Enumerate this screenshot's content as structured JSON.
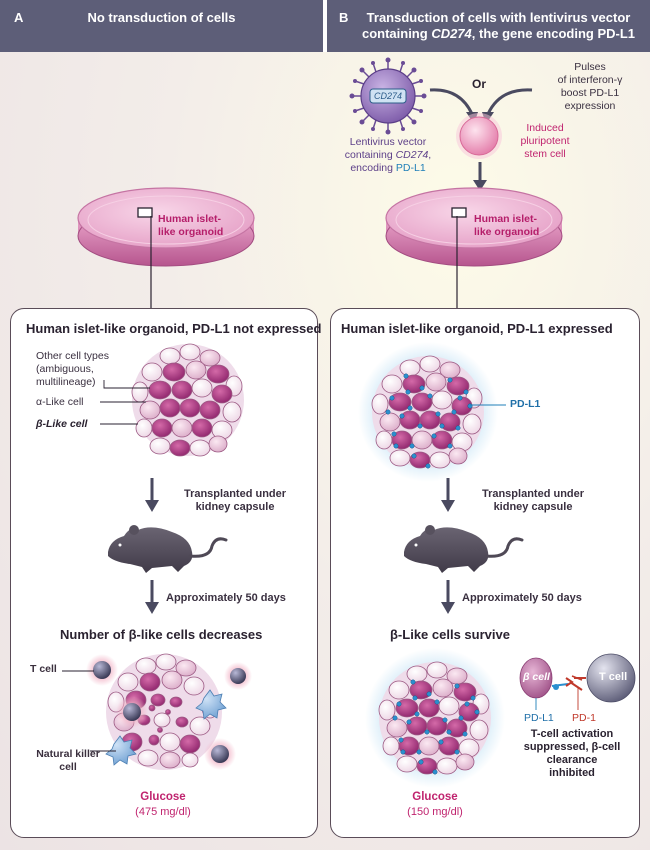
{
  "panel_a": {
    "letter": "A",
    "title": "No transduction of cells",
    "dish_label_line1": "Human islet-",
    "dish_label_line2": "like organoid",
    "card_title": "Human islet-like organoid, PD-L1 not expressed",
    "legend_other_line1": "Other cell types",
    "legend_other_line2": "(ambiguous,",
    "legend_other_line3": "multilineage)",
    "legend_alpha": "α-Like cell",
    "legend_beta": "β-Like cell",
    "transplant_line1": "Transplanted under",
    "transplant_line2": "kidney capsule",
    "days": "Approximately 50 days",
    "result": "Number of β-like cells decreases",
    "t_cell": "T cell",
    "nk_line1": "Natural killer",
    "nk_line2": "cell",
    "glucose_label": "Glucose",
    "glucose_value": "(475 mg/dl)"
  },
  "panel_b": {
    "letter": "B",
    "title_line1": "Transduction of cells with lentivirus vector",
    "title_line2_pre": "containing ",
    "title_line2_gene": "CD274",
    "title_line2_post": ", the gene encoding PD-L1",
    "virus_gene": "CD274",
    "or": "Or",
    "interferon_line1": "Pulses",
    "interferon_line2": "of interferon-γ",
    "interferon_line3": "boost PD-L1",
    "interferon_line4": "expression",
    "vector_line1": "Lentivirus vector",
    "vector_line2_pre": "containing ",
    "vector_line2_gene": "CD274",
    "vector_line2_post": ",",
    "vector_line3_pre": "encoding ",
    "vector_line3_pd": "PD-L1",
    "ipsc_line1": "Induced",
    "ipsc_line2": "pluripotent",
    "ipsc_line3": "stem cell",
    "dish_label_line1": "Human islet-",
    "dish_label_line2": "like organoid",
    "card_title": "Human islet-like organoid, PD-L1 expressed",
    "pdl1_label": "PD-L1",
    "transplant_line1": "Transplanted under",
    "transplant_line2": "kidney capsule",
    "days": "Approximately 50 days",
    "result": "β-Like cells survive",
    "beta_cell": "β cell",
    "t_cell": "T cell",
    "pdl1_small": "PD-L1",
    "pd1_small": "PD-1",
    "suppress_line1": "T-cell activation",
    "suppress_line2": "suppressed, β-cell",
    "suppress_line3": "clearance",
    "suppress_line4": "inhibited",
    "glucose_label": "Glucose",
    "glucose_value": "(150 mg/dl)"
  },
  "colors": {
    "header": "#5d5e78",
    "beta_cell": "#a8307e",
    "other_cell": "#f2e4ee",
    "pdl1": "#1f7fb8",
    "pd1": "#c0392b",
    "glucose": "#c0246f"
  }
}
